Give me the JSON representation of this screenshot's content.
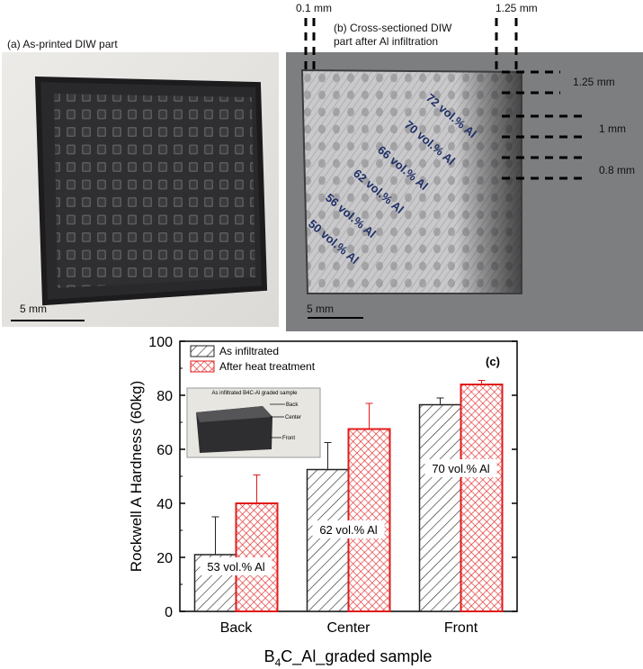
{
  "panel_a": {
    "label": "(a) As-printed DIW part",
    "scale_bar": "5 mm"
  },
  "panel_b": {
    "label_line1": "(b) Cross-sectioned DIW",
    "label_line2": "part after Al infiltration",
    "scale_bar": "5 mm",
    "gradient_labels": [
      "72 vol.% Al",
      "70 vol.% Al",
      "66 vol.% Al",
      "62 vol.% Al",
      "56 vol.% Al",
      "50 vol.% Al"
    ],
    "dimensions": {
      "top_left": "0.1 mm",
      "top_right": "1.25 mm",
      "right_1": "1.25 mm",
      "right_2": "1 mm",
      "right_3": "0.8 mm"
    },
    "label_color": "#1f2f66"
  },
  "chart_data": {
    "type": "bar",
    "panel_label": "(c)",
    "categories": [
      "Back",
      "Center",
      "Front"
    ],
    "series": [
      {
        "name": "As infiltrated",
        "values": [
          21,
          52.5,
          76.5
        ],
        "errors": [
          14,
          10,
          2.5
        ],
        "color": "#222222",
        "fill": "hatch"
      },
      {
        "name": "After heat treatment",
        "values": [
          40,
          67.5,
          84
        ],
        "errors": [
          10.5,
          9.5,
          1.5
        ],
        "color": "#e01b1b",
        "fill": "hatch"
      }
    ],
    "annotations": [
      "53 vol.% Al",
      "62 vol.% Al",
      "70 vol.% Al"
    ],
    "ylabel": "Rockwell A Hardness (60kg)",
    "xlabel_base": "B",
    "xlabel_sub": "4",
    "xlabel_rest": "C_Al_graded sample",
    "ylim": [
      0,
      100
    ],
    "yticks": [
      0,
      20,
      40,
      60,
      80,
      100
    ],
    "legend_position": "top-left",
    "inset": {
      "title": "As infiltrated B4C-Al graded sample",
      "labels": [
        "Back",
        "Center",
        "Front"
      ]
    }
  }
}
